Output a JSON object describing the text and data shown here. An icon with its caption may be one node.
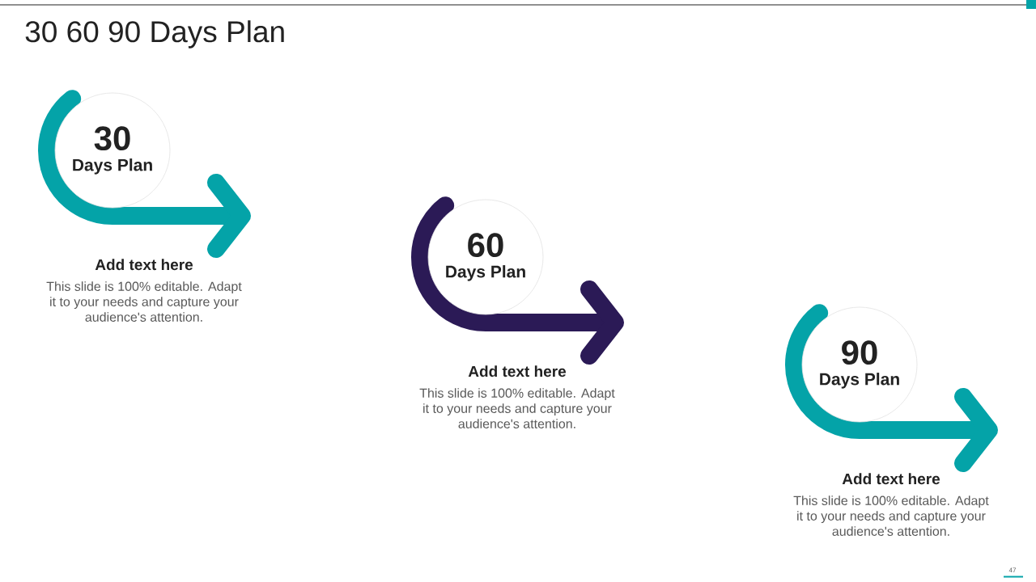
{
  "diagram": {
    "title": "30 60 90 Days Plan",
    "nodes": [
      {
        "text": [
          "30",
          "Days Plan"
        ],
        "beside": [
          "Add text here",
          "This slide is 100% editable. Adapt it to your needs and capture your audience's attention."
        ]
      },
      {
        "text": [
          "60",
          "Days Plan"
        ],
        "beside": [
          "Add text here",
          "This slide is 100% editable. Adapt it to your needs and capture your audience's attention."
        ]
      },
      {
        "text": [
          "90",
          "Days Plan"
        ],
        "beside": [
          "Add text here",
          "This slide is 100% editable. Adapt it to your needs and capture your audience's attention."
        ]
      }
    ],
    "labels": [
      "47"
    ]
  }
}
